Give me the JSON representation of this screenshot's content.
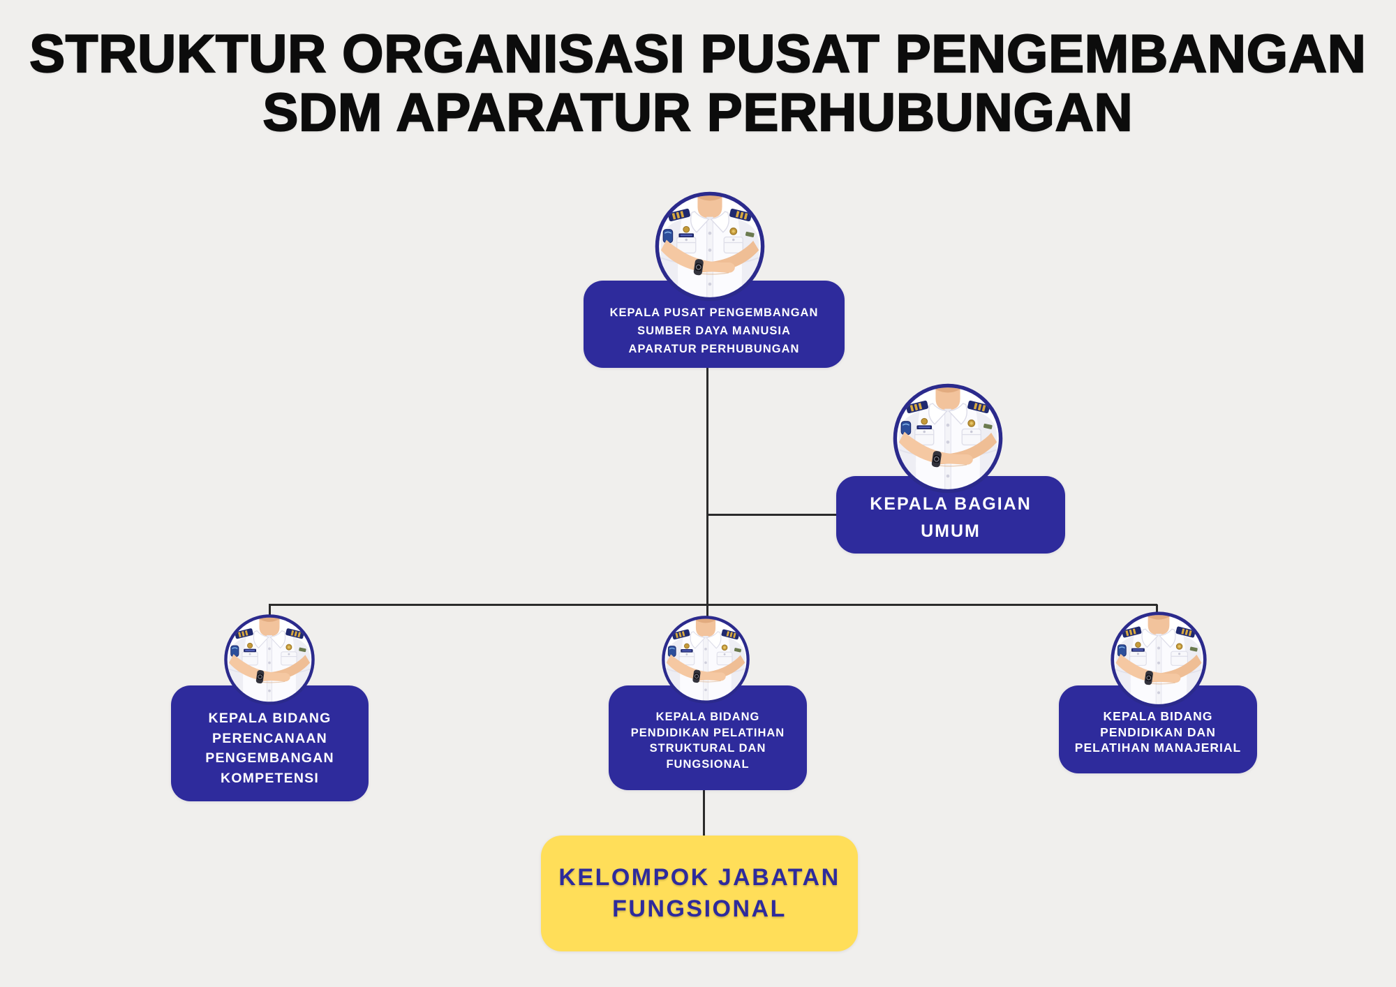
{
  "title": {
    "line1": "STRUKTUR ORGANISASI PUSAT PENGEMBANGAN",
    "line2": "SDM APARATUR PERHUBUNGAN"
  },
  "theme": {
    "background": "#F0EFED",
    "card_blue": "#2E2B9C",
    "card_yellow": "#FFDE59",
    "text_on_blue": "#FFFFFF",
    "text_on_yellow": "#2E2B9C",
    "connector_line": "#2B2B2B",
    "avatar_ring": "#2B2A8C",
    "title_color": "#0C0C0C"
  },
  "nodes": {
    "kepala_pusat": {
      "avatar_icon": "uniformed-officer",
      "lines": [
        "KEPALA PUSAT PENGEMBANGAN",
        "SUMBER DAYA MANUSIA",
        "APARATUR PERHUBUNGAN"
      ]
    },
    "kepala_bagian_umum": {
      "avatar_icon": "uniformed-officer",
      "lines": [
        "KEPALA BAGIAN",
        "UMUM"
      ]
    },
    "bidang_perencanaan": {
      "avatar_icon": "uniformed-officer",
      "lines": [
        "KEPALA BIDANG",
        "PERENCANAAN",
        "PENGEMBANGAN",
        "KOMPETENSI"
      ]
    },
    "bidang_diklat_struktural": {
      "avatar_icon": "uniformed-officer",
      "lines": [
        "KEPALA BIDANG",
        "PENDIDIKAN PELATIHAN",
        "STRUKTURAL DAN",
        "FUNGSIONAL"
      ]
    },
    "bidang_diklat_manajerial": {
      "avatar_icon": "uniformed-officer",
      "lines": [
        "KEPALA BIDANG",
        "PENDIDIKAN DAN",
        "PELATIHAN MANAJERIAL"
      ]
    },
    "kelompok_jabatan_fungsional": {
      "lines": [
        "KELOMPOK JABATAN",
        "FUNGSIONAL"
      ]
    }
  }
}
